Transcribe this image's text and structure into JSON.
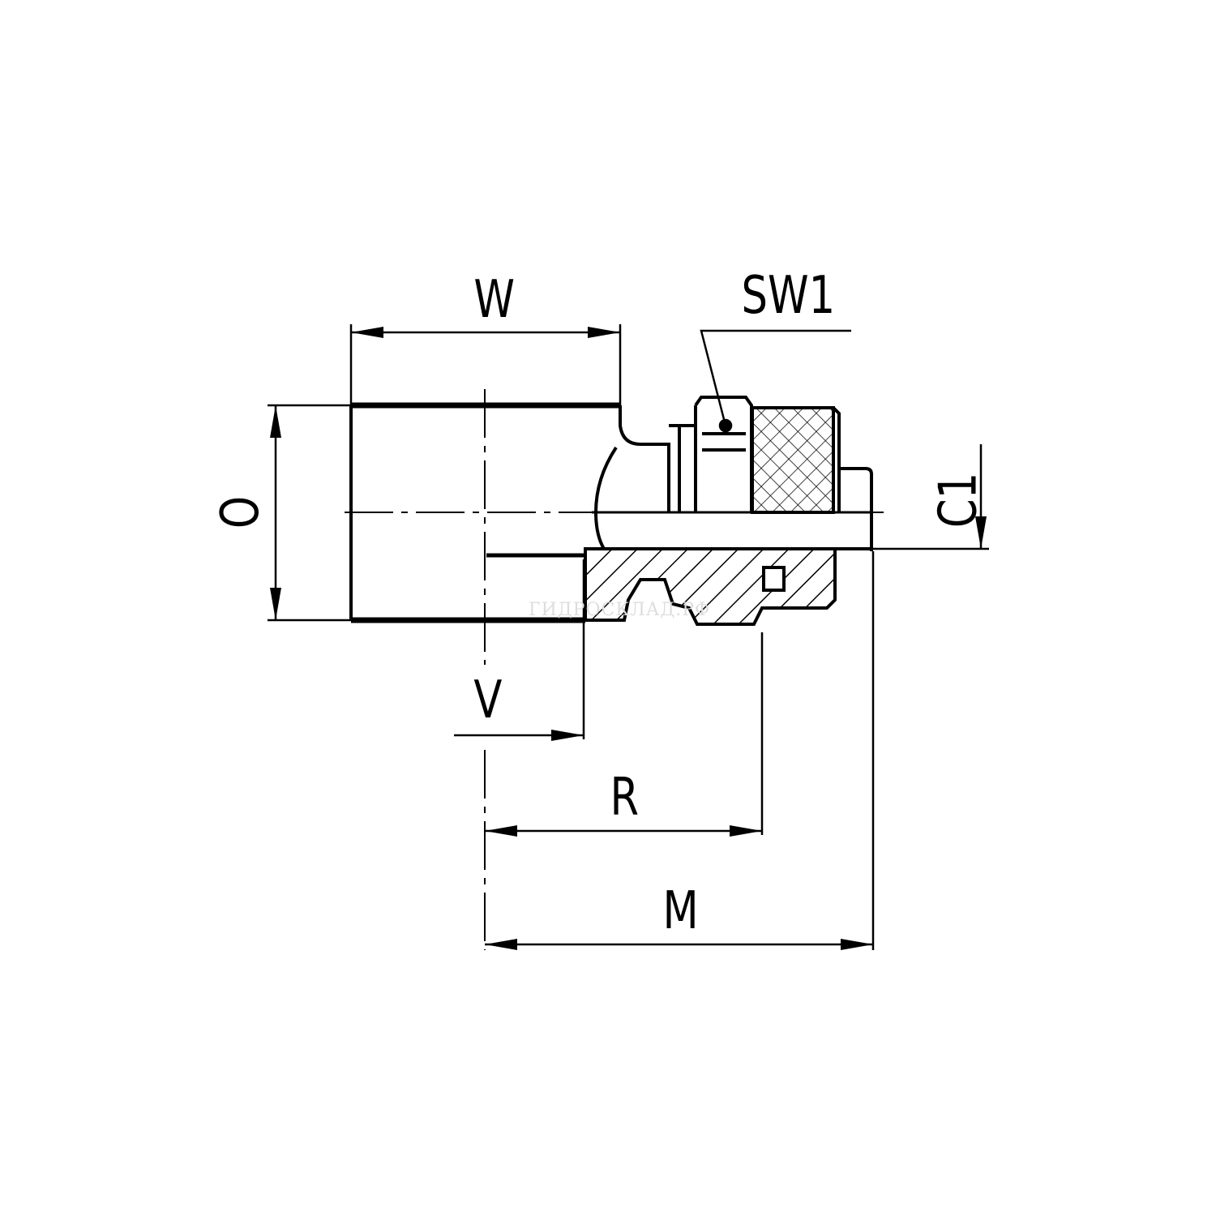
{
  "drawing": {
    "labels": {
      "W": "W",
      "SW1": "SW1",
      "O": "O",
      "C1": "C1",
      "V": "V",
      "R": "R",
      "M": "M"
    },
    "watermark": "ГИДРОСКЛАД.РФ"
  }
}
